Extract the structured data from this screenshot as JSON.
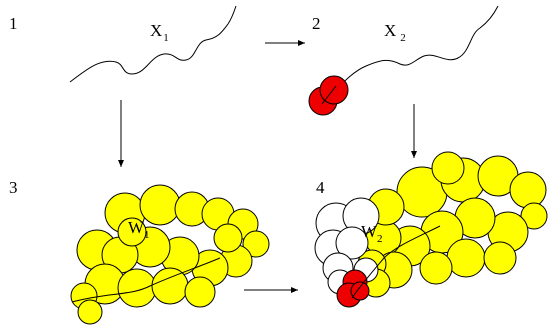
{
  "panels": [
    {
      "number": "1",
      "label": "X",
      "subscript": "1"
    },
    {
      "number": "2",
      "label": "X",
      "subscript": "2"
    },
    {
      "number": "3",
      "label": "W",
      "subscript": "1"
    },
    {
      "number": "4",
      "label": "W",
      "subscript": "2"
    }
  ],
  "colors": {
    "monomer": "#ffff00",
    "tag": "#ee0000",
    "ghost": "#ffffff",
    "line": "#000000"
  }
}
